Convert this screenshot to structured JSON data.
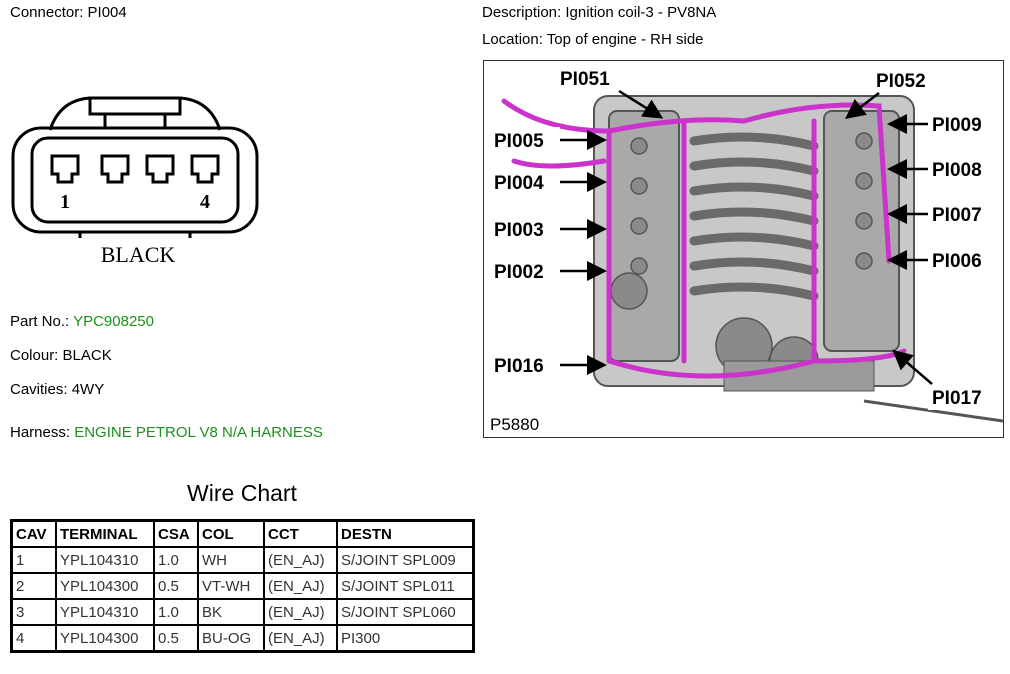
{
  "connector": {
    "label": "Connector: PI004"
  },
  "description": {
    "label": "Description: Ignition coil-3 - PV8NA"
  },
  "location": {
    "label": "Location: Top of engine - RH side"
  },
  "connector_face": {
    "pin_first": "1",
    "pin_last": "4",
    "colour_text": "BLACK"
  },
  "details": {
    "part_no_label": "Part No.:",
    "part_no_value": "YPC908250",
    "colour_label": "Colour:",
    "colour_value": "BLACK",
    "cavities_label": "Cavities:",
    "cavities_value": "4WY",
    "harness_label": "Harness:",
    "harness_value": "ENGINE PETROL V8 N/A HARNESS"
  },
  "wire_chart": {
    "title": "Wire Chart",
    "headers": [
      "CAV",
      "TERMINAL",
      "CSA",
      "COL",
      "CCT",
      "DESTN"
    ],
    "rows": [
      [
        "1",
        "YPL104310",
        "1.0",
        "WH",
        "(EN_AJ)",
        "S/JOINT SPL009"
      ],
      [
        "2",
        "YPL104300",
        "0.5",
        "VT-WH",
        "(EN_AJ)",
        "S/JOINT SPL011"
      ],
      [
        "3",
        "YPL104310",
        "1.0",
        "BK",
        "(EN_AJ)",
        "S/JOINT SPL060"
      ],
      [
        "4",
        "YPL104300",
        "0.5",
        "BU-OG",
        "(EN_AJ)",
        "PI300"
      ]
    ]
  },
  "engine_image": {
    "figure_id": "P5880",
    "callouts": {
      "pi051": "PI051",
      "pi052": "PI052",
      "pi005": "PI005",
      "pi009": "PI009",
      "pi004": "PI004",
      "pi008": "PI008",
      "pi003": "PI003",
      "pi007": "PI007",
      "pi002": "PI002",
      "pi006": "PI006",
      "pi016": "PI016",
      "pi017": "PI017"
    },
    "colors": {
      "harness": "#cc33cc",
      "engine_dark": "#555555",
      "engine_light": "#b8b8b8"
    }
  }
}
